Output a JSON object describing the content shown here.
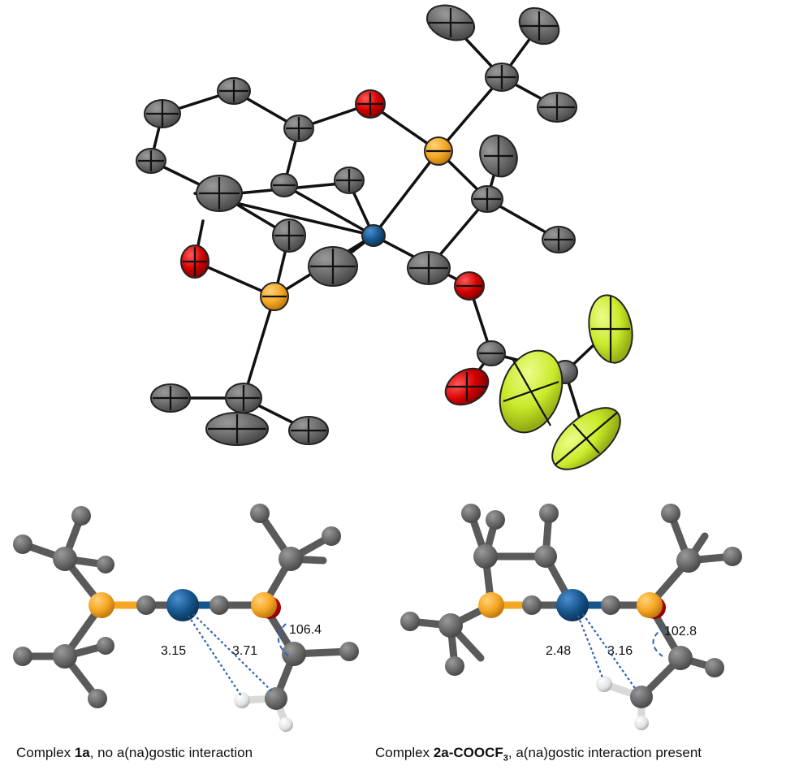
{
  "labels": {
    "left_distance_1": "3.15",
    "left_distance_2": "3.71",
    "left_angle": "106.4",
    "right_distance_1": "2.48",
    "right_distance_2": "3.16",
    "right_angle": "102.8"
  },
  "captions": {
    "left_prefix": "Complex ",
    "left_bold": "1a",
    "left_suffix": ", no a(na)gostic interaction",
    "right_prefix": "Complex ",
    "right_bold": "2a-COOCF",
    "right_sub": "3",
    "right_suffix": ", a(na)gostic interaction present"
  },
  "colors": {
    "carbon": "#6e6e6e",
    "oxygen": "#d40000",
    "phosphorus": "#f5a623",
    "metal": "#17568c",
    "fluorine": "#c8ea2a",
    "hydrogen": "#e6e6e6",
    "measure": "#2f62b8"
  }
}
